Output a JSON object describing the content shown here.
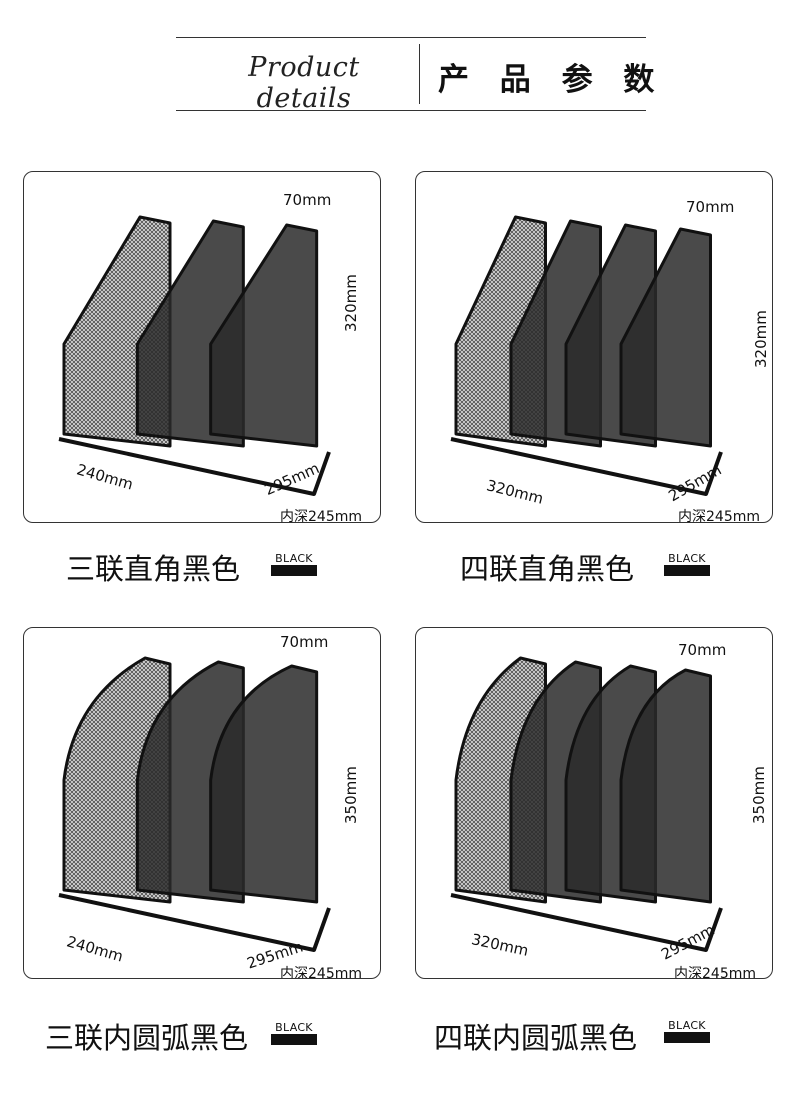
{
  "header": {
    "title_en": "Product details",
    "title_cn": "产 品 参 数"
  },
  "products": [
    {
      "caption": "三联直角黑色",
      "badge": "BLACK",
      "dims": {
        "top": "70mm",
        "height": "320mm",
        "left": "240mm",
        "right": "295mm",
        "depth": "内深245mm"
      },
      "style": "straight",
      "slots": 3
    },
    {
      "caption": "四联直角黑色",
      "badge": "BLACK",
      "dims": {
        "top": "70mm",
        "height": "320mm",
        "left": "320mm",
        "right": "295mm",
        "depth": "内深245mm"
      },
      "style": "straight",
      "slots": 4
    },
    {
      "caption": "三联内圆弧黑色",
      "badge": "BLACK",
      "dims": {
        "top": "70mm",
        "height": "350mm",
        "left": "240mm",
        "right": "295mm",
        "depth": "内深245mm"
      },
      "style": "curved",
      "slots": 3
    },
    {
      "caption": "四联内圆弧黑色",
      "badge": "BLACK",
      "dims": {
        "top": "70mm",
        "height": "350mm",
        "left": "320mm",
        "right": "295mm",
        "depth": "内深245mm"
      },
      "style": "curved",
      "slots": 4
    }
  ],
  "colors": {
    "frame": "#111111",
    "mesh": "#2a2a2a",
    "border": "#333333"
  }
}
